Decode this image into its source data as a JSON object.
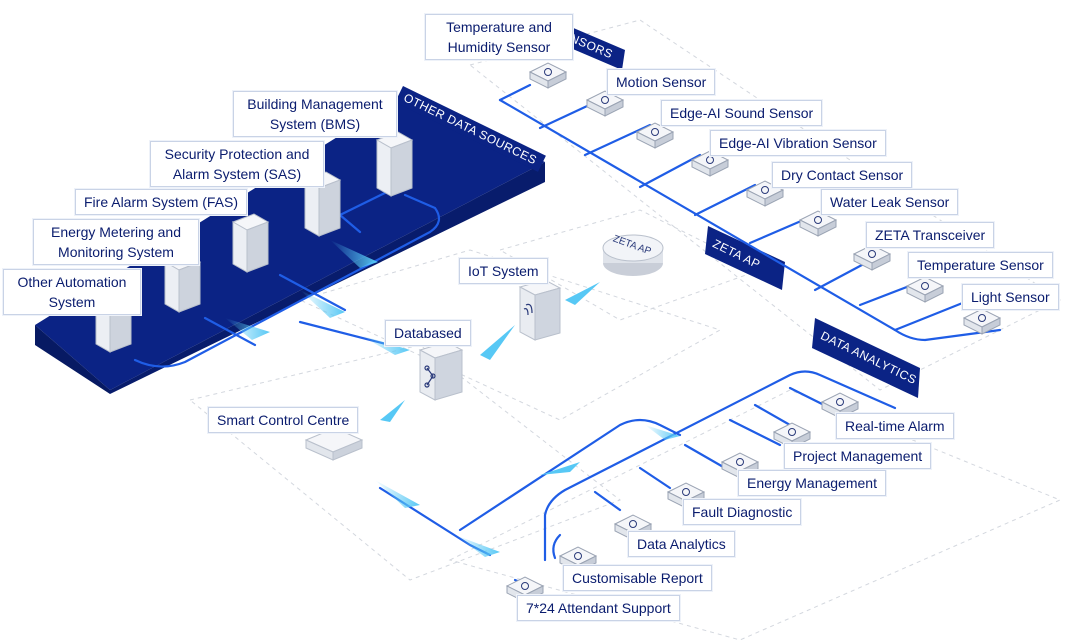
{
  "section_labels": {
    "sensors": "SENSORS",
    "other_data_sources": "OTHER DATA SOURCES",
    "zeta_ap": "ZETA AP",
    "data_analytics": "DATA ANALYTICS"
  },
  "hub": {
    "iot_system": "IoT System",
    "databased": "Databased",
    "smart_control_centre": "Smart Control Centre",
    "ap_device_text": "ZETA AP"
  },
  "other_sources": [
    {
      "label": "Building Management System (BMS)",
      "icon": "document-icon"
    },
    {
      "label": "Security Protection and Alarm System (SAS)",
      "icon": "shield-check-icon"
    },
    {
      "label": "Fire Alarm System (FAS)",
      "icon": "fire-hydrant-icon"
    },
    {
      "label": "Energy Metering and Monitoring System",
      "icon": "leaf-icon"
    },
    {
      "label": "Other Automation System",
      "icon": "gear-icon"
    }
  ],
  "sensors": [
    {
      "label": "Temperature and Humidity Sensor",
      "icon": "thermometer-humidity-icon"
    },
    {
      "label": "Motion Sensor",
      "icon": "motion-icon"
    },
    {
      "label": "Edge-AI Sound Sensor",
      "icon": "sound-wave-icon"
    },
    {
      "label": "Edge-AI Vibration Sensor",
      "icon": "vibration-icon"
    },
    {
      "label": "Dry Contact Sensor",
      "icon": "dry-contact-icon"
    },
    {
      "label": "Water Leak Sensor",
      "icon": "water-leak-icon"
    },
    {
      "label": "ZETA Transceiver",
      "icon": "transceiver-icon"
    },
    {
      "label": "Temperature Sensor",
      "icon": "thermometer-icon"
    },
    {
      "label": "Light Sensor",
      "icon": "light-icon"
    }
  ],
  "analytics": [
    {
      "label": "Real-time Alarm",
      "icon": "alarm-bell-icon"
    },
    {
      "label": "Project Management",
      "icon": "project-icon"
    },
    {
      "label": "Energy Management",
      "icon": "energy-leaf-icon"
    },
    {
      "label": "Fault Diagnostic",
      "icon": "fault-gear-icon"
    },
    {
      "label": "Data Analytics",
      "icon": "chart-clock-icon"
    },
    {
      "label": "Customisable Report",
      "icon": "report-icon"
    },
    {
      "label": "7*24 Attendant Support",
      "icon": "headset-icon"
    }
  ],
  "colors": {
    "navy": "#0b2385",
    "line": "#1f5de6",
    "label_text": "#0a1c6e",
    "arrow": "#57c8f5",
    "dash": "#d3d7de"
  }
}
